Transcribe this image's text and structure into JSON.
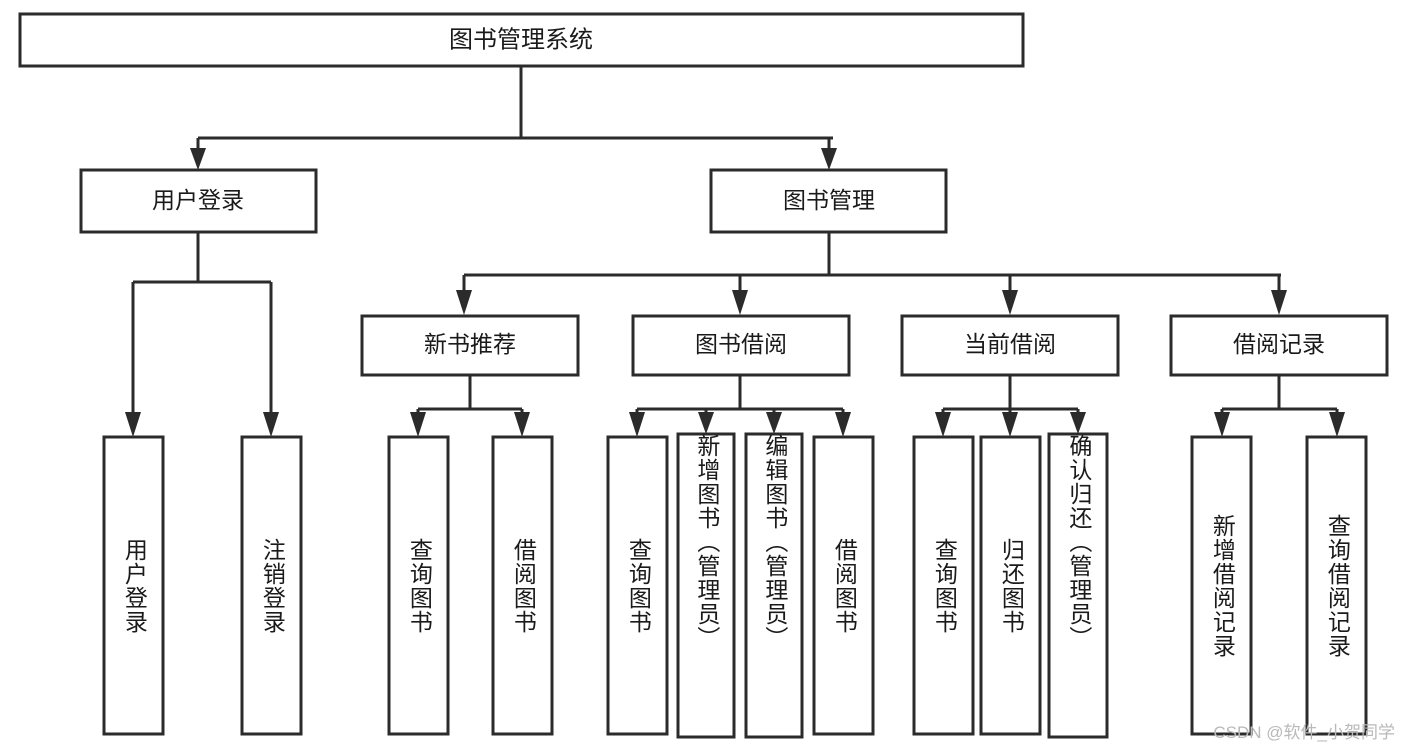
{
  "diagram": {
    "type": "tree-hierarchy",
    "title": "图书管理系统",
    "root": {
      "label": "图书管理系统"
    },
    "level1": [
      {
        "label": "用户登录"
      },
      {
        "label": "图书管理"
      }
    ],
    "level2": [
      {
        "label": "新书推荐"
      },
      {
        "label": "图书借阅"
      },
      {
        "label": "当前借阅"
      },
      {
        "label": "借阅记录"
      }
    ],
    "leaves": {
      "user_login": [
        {
          "label": "用户登录"
        },
        {
          "label": "注销登录"
        }
      ],
      "new_book_recommend": [
        {
          "label": "查询图书"
        },
        {
          "label": "借阅图书"
        }
      ],
      "book_borrow": [
        {
          "label": "查询图书"
        },
        {
          "label": "新增图书（管理员）"
        },
        {
          "label": "编辑图书（管理员）"
        },
        {
          "label": "借阅图书"
        }
      ],
      "current_borrow": [
        {
          "label": "查询图书"
        },
        {
          "label": "归还图书"
        },
        {
          "label": "确认归还（管理员）"
        }
      ],
      "borrow_record": [
        {
          "label": "新增借阅记录"
        },
        {
          "label": "查询借阅记录"
        }
      ]
    }
  },
  "watermark": {
    "text": "CSDN @软件_小贺同学"
  },
  "colors": {
    "box_stroke": "#2b2b2b",
    "box_fill": "#ffffff",
    "text": "#1a1a1a",
    "background": "#ffffff",
    "watermark": "#b9b9b9"
  }
}
